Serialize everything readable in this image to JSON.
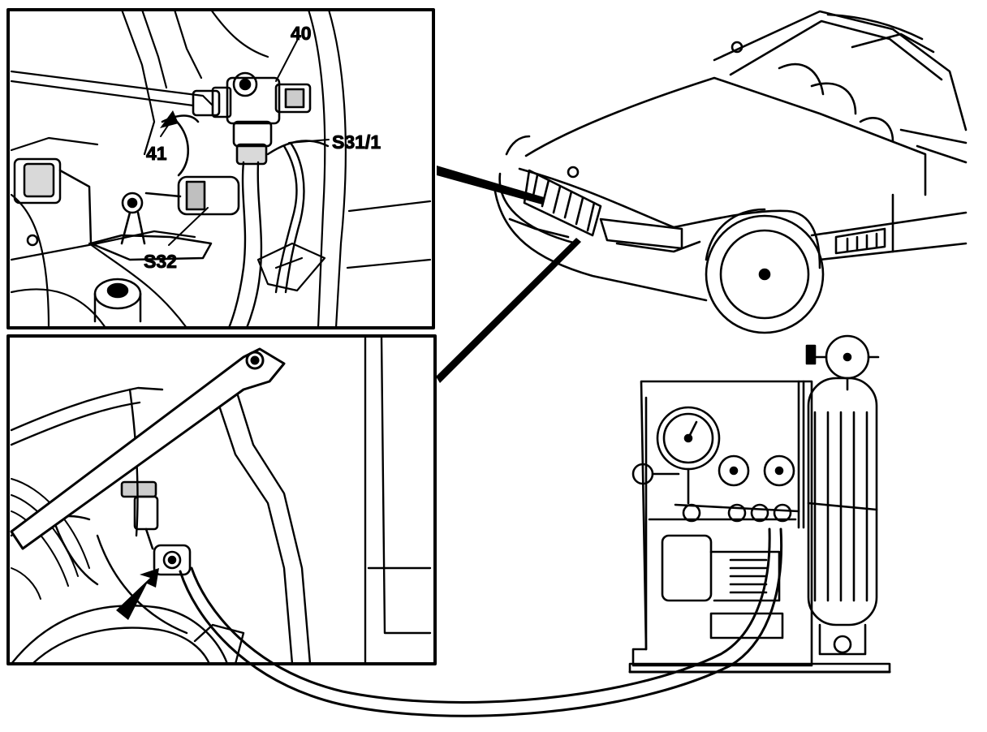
{
  "callouts": {
    "part_40": "40",
    "part_41": "41",
    "switch_s31_1": "S31/1",
    "switch_s32": "S32"
  }
}
